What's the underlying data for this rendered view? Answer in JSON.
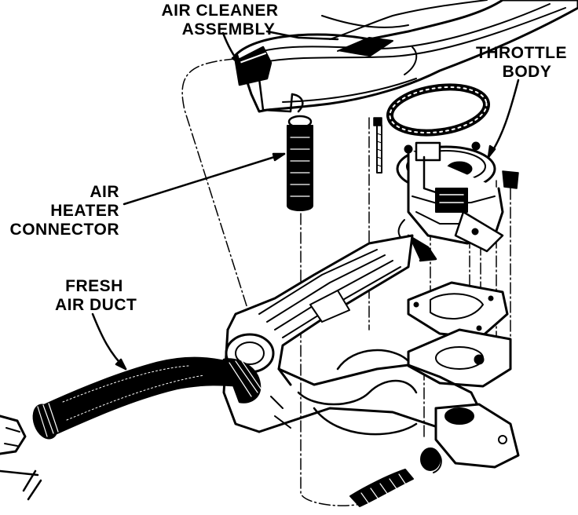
{
  "labels": {
    "air_cleaner_assembly": [
      "AIR CLEANER",
      "ASSEMBLY"
    ],
    "throttle_body": [
      "THROTTLE",
      "BODY"
    ],
    "air_heater_connector": [
      "AIR",
      "HEATER",
      "CONNECTOR"
    ],
    "fresh_air_duct": [
      "FRESH",
      "AIR DUCT"
    ]
  },
  "colors": {
    "ink": "#000000",
    "paper": "#ffffff"
  }
}
